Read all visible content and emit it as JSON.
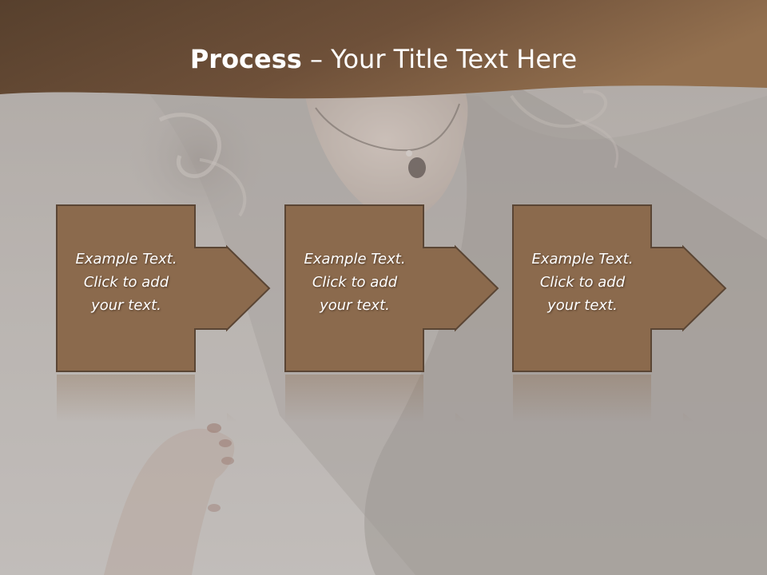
{
  "slide": {
    "title_bold": "Process",
    "title_rest": " – Your Title Text Here",
    "colors": {
      "header_dark": "#5a4330",
      "header_light": "#8e6a4c",
      "box_fill": "#8b6a4d",
      "box_border": "#5a4534",
      "background": "#b9b4b0"
    }
  },
  "steps": [
    {
      "text": "Example Text.\nClick  to add\nyour text."
    },
    {
      "text": "Example Text.\nClick  to add\nyour text."
    },
    {
      "text": "Example Text.\nClick  to add\nyour text."
    }
  ]
}
